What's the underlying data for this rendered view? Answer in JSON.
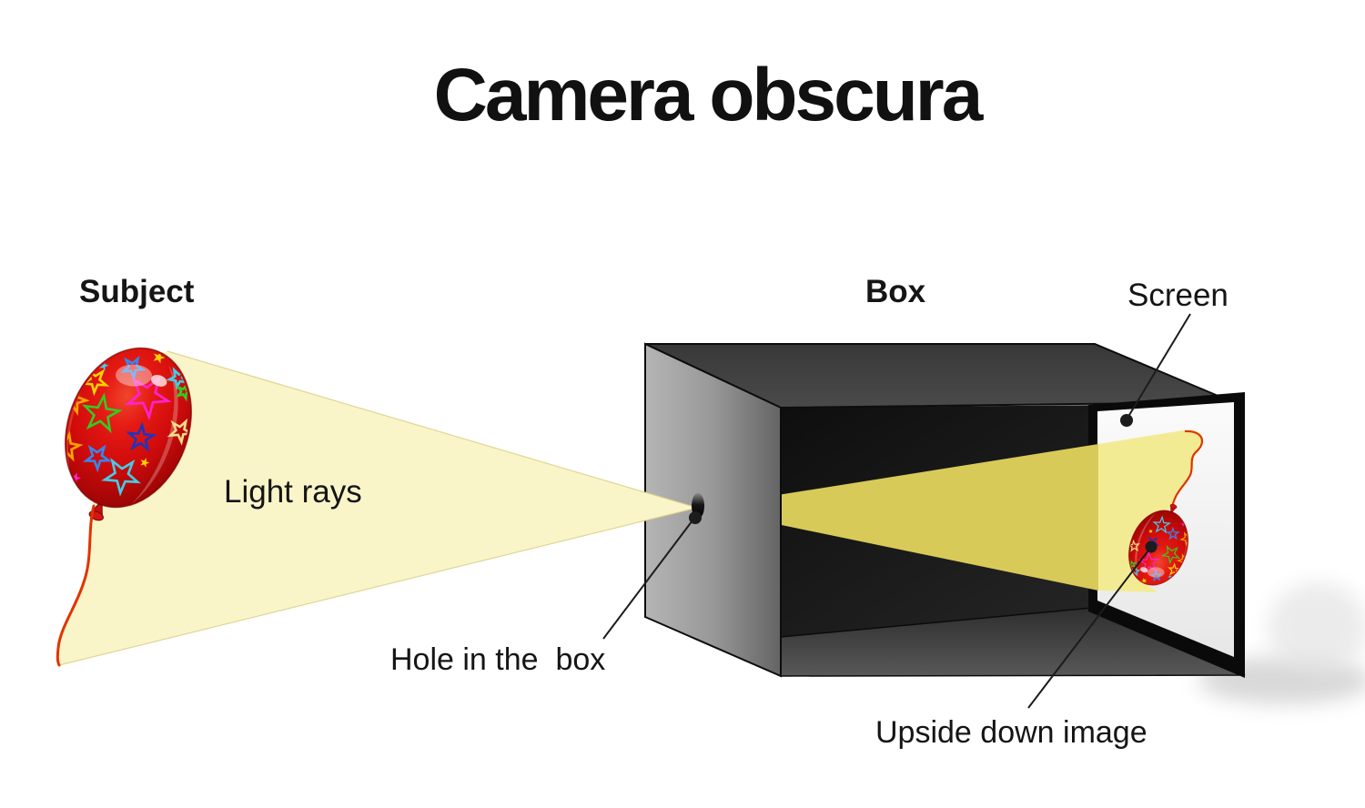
{
  "title": "Camera obscura",
  "labels": {
    "subject": "Subject",
    "box": "Box",
    "screen": "Screen",
    "light_rays": "Light rays",
    "hole": "Hole in the  box",
    "upside_down": "Upside down image"
  },
  "colors": {
    "background": "#ffffff",
    "outer_cone": "#faf5c9",
    "outer_cone_edge": "#ddd28c",
    "inner_cone": "#d8ca58",
    "screen_patch": "#f3eb93",
    "string_red": "#e03400",
    "pointer_black": "#1c1c1c",
    "frame_black": "#0a0a0a",
    "balloon_red": "#cf0b0b"
  },
  "balloon": {
    "star_colors": [
      "#ff22cc",
      "#33cc22",
      "#ffd400",
      "#ffa200",
      "#3388ee",
      "#44cce8",
      "#2233bb",
      "#f0de8a"
    ]
  }
}
